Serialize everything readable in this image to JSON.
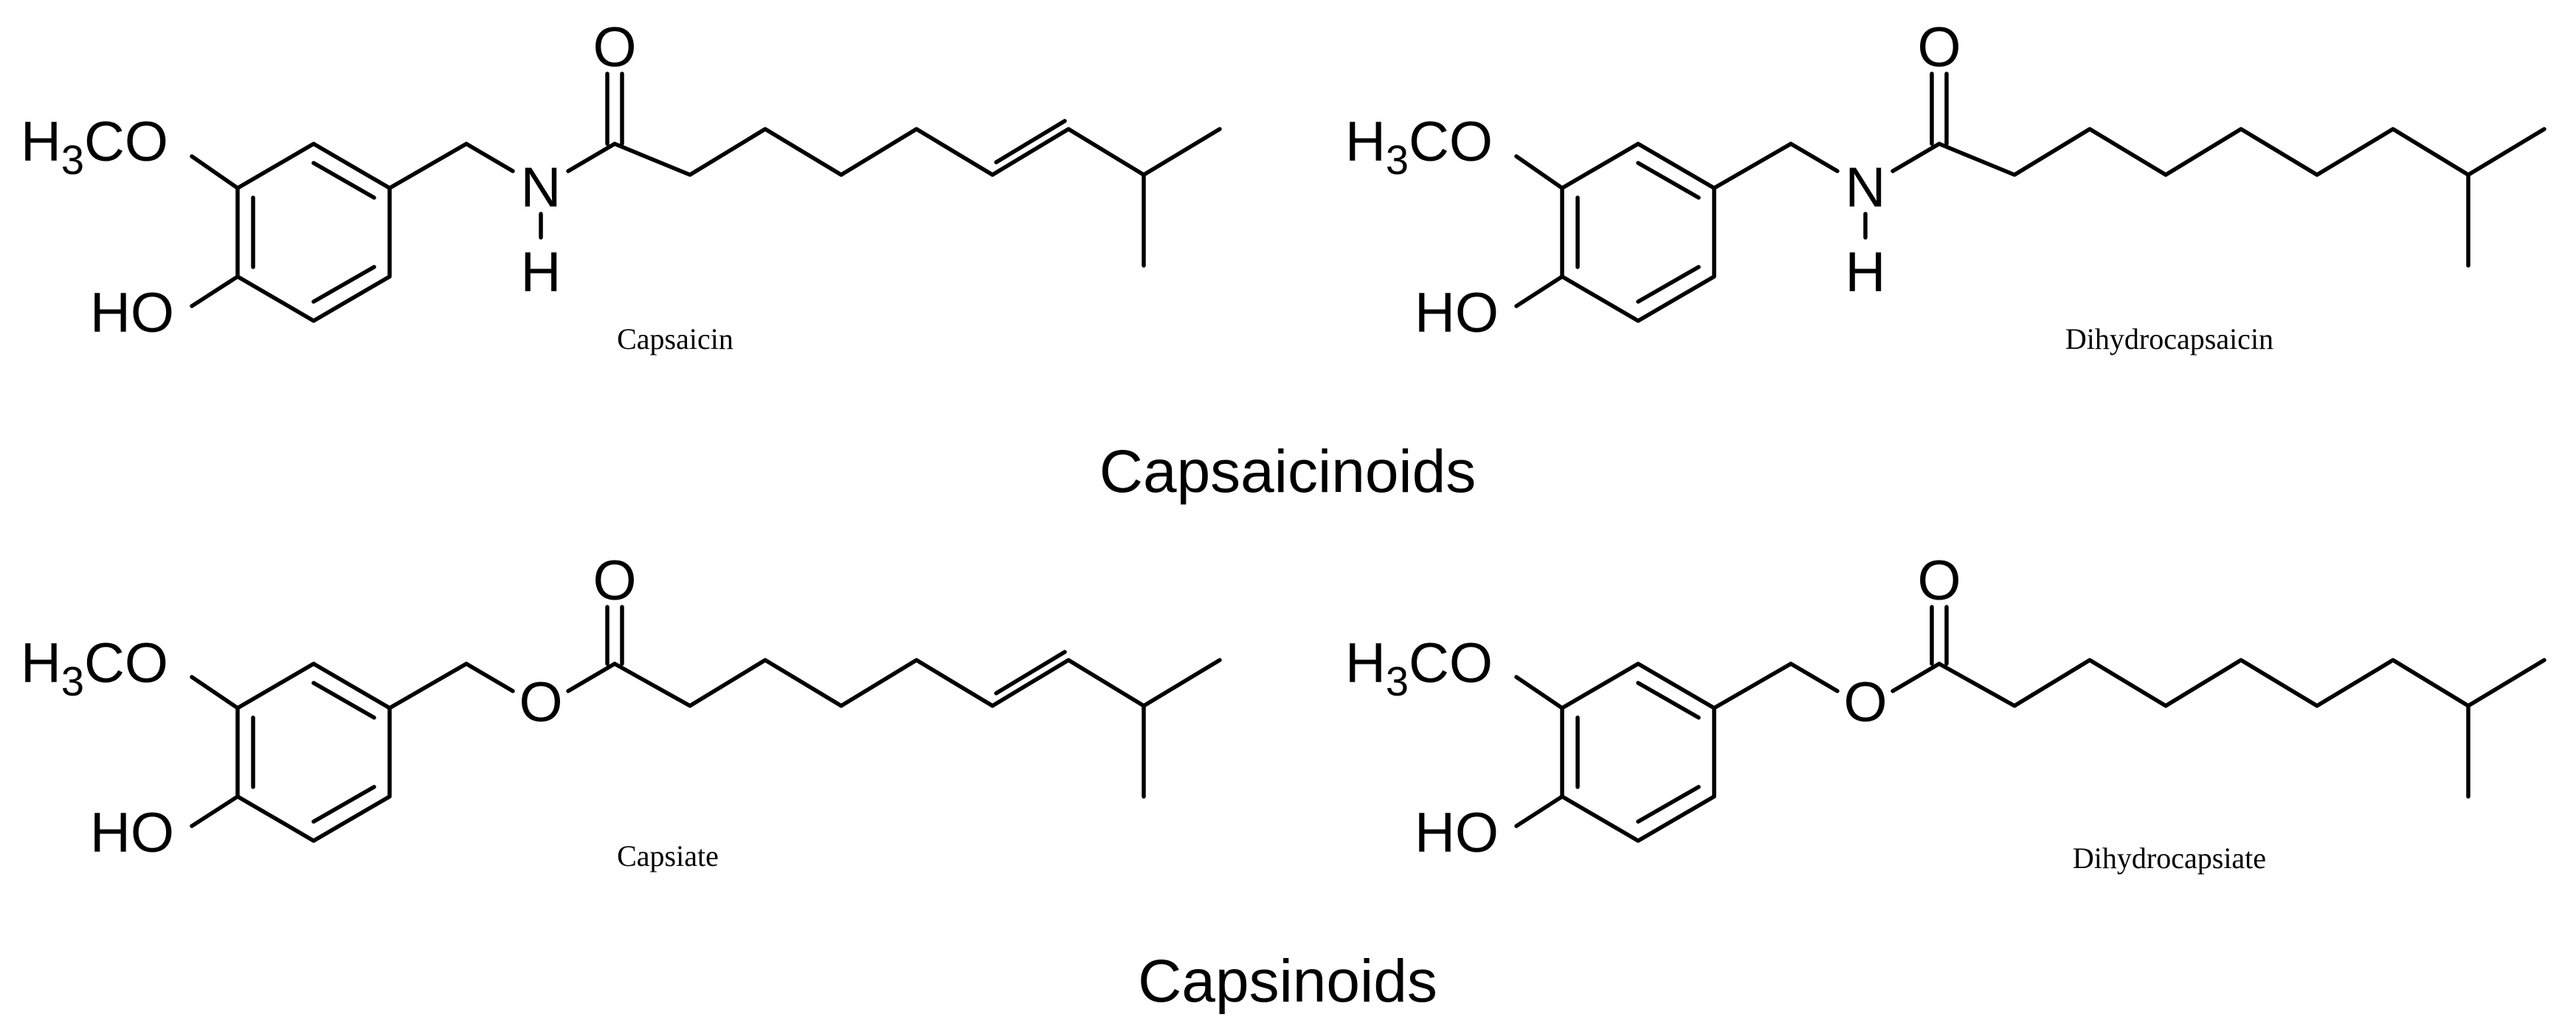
{
  "groups": [
    {
      "label": "Capsaicinoids",
      "compounds": [
        {
          "name": "Capsaicin",
          "linkage": "amide",
          "chain_double_bond": true,
          "atoms": {
            "methoxy_prefix": "H",
            "methoxy_subscript": "3",
            "methoxy_suffix": "CO",
            "hydroxyl": "HO",
            "carbonyl_oxygen": "O",
            "nitrogen": "N",
            "amide_hydrogen": "H"
          }
        },
        {
          "name": "Dihydrocapsaicin",
          "linkage": "amide",
          "chain_double_bond": false,
          "atoms": {
            "methoxy_prefix": "H",
            "methoxy_subscript": "3",
            "methoxy_suffix": "CO",
            "hydroxyl": "HO",
            "carbonyl_oxygen": "O",
            "nitrogen": "N",
            "amide_hydrogen": "H"
          }
        }
      ]
    },
    {
      "label": "Capsinoids",
      "compounds": [
        {
          "name": "Capsiate",
          "linkage": "ester",
          "chain_double_bond": true,
          "atoms": {
            "methoxy_prefix": "H",
            "methoxy_subscript": "3",
            "methoxy_suffix": "CO",
            "hydroxyl": "HO",
            "carbonyl_oxygen": "O",
            "ester_oxygen": "O"
          }
        },
        {
          "name": "Dihydrocapsiate",
          "linkage": "ester",
          "chain_double_bond": false,
          "atoms": {
            "methoxy_prefix": "H",
            "methoxy_subscript": "3",
            "methoxy_suffix": "CO",
            "hydroxyl": "HO",
            "carbonyl_oxygen": "O",
            "ester_oxygen": "O"
          }
        }
      ]
    }
  ]
}
